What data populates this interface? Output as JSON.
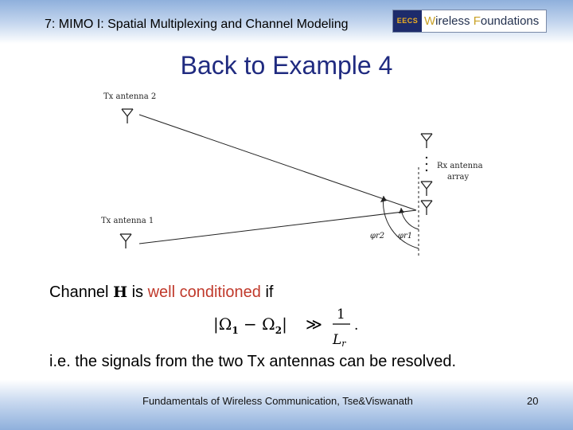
{
  "header": {
    "title": "7: MIMO I: Spatial Multiplexing and Channel Modeling",
    "logo_eecs": "EECS",
    "logo_word1_initial": "W",
    "logo_word1_rest": "ireless ",
    "logo_word2_initial": "F",
    "logo_word2_rest": "oundations",
    "background_color": "#8fb0dc"
  },
  "slide": {
    "title": "Back to Example 4",
    "title_color": "#202b80"
  },
  "diagram": {
    "tx2_label": "Tx antenna 2",
    "tx1_label": "Tx antenna 1",
    "rx_label_line1": "Rx antenna",
    "rx_label_line2": "array",
    "angle1_label": "φr2",
    "angle2_label": "φr1"
  },
  "body": {
    "line1_prefix": "Channel ",
    "line1_symbol": "H",
    "line1_mid": " is ",
    "line1_highlight": "well conditioned",
    "line1_suffix": " if",
    "highlight_color": "#c0392b",
    "line2": "i.e. the signals from the two Tx antennas can be resolved."
  },
  "formula": {
    "lhs_left": "|Ω",
    "sub1": "1",
    "minus": " − Ω",
    "sub2": "2",
    "lhs_right": "|",
    "relation": "≫",
    "numerator": "1",
    "denominator": "L",
    "den_sub": "r",
    "period": "."
  },
  "footer": {
    "text": "Fundamentals of Wireless Communication, Tse&Viswanath",
    "page_number": "20"
  }
}
